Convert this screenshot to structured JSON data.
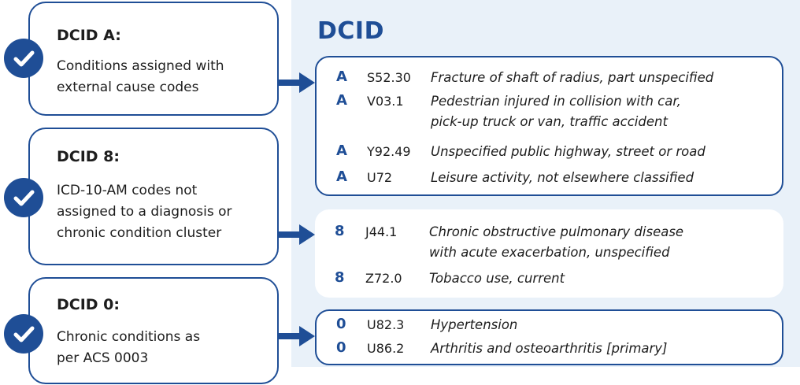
{
  "panel": {
    "title": "DCID"
  },
  "cards": [
    {
      "title": "DCID A:",
      "desc": [
        "Conditions assigned with",
        "external cause codes"
      ]
    },
    {
      "title": "DCID 8:",
      "desc": [
        "ICD-10-AM codes not",
        "assigned to a diagnosis or",
        "chronic condition cluster"
      ]
    },
    {
      "title": "DCID 0:",
      "desc": [
        "Chronic conditions as",
        "per ACS 0003"
      ]
    }
  ],
  "groups": [
    {
      "rows": [
        {
          "flag": "A",
          "code": "S52.30",
          "desc": [
            "Fracture of shaft of radius, part unspecified"
          ]
        },
        {
          "flag": "A",
          "code": "V03.1",
          "desc": [
            "Pedestrian injured in collision with car,",
            "pick-up truck or van, traffic accident"
          ]
        },
        {
          "flag": "A",
          "code": "Y92.49",
          "desc": [
            "Unspecified public highway, street or road"
          ]
        },
        {
          "flag": "A",
          "code": "U72",
          "desc": [
            "Leisure activity, not elsewhere classified"
          ]
        }
      ]
    },
    {
      "rows": [
        {
          "flag": "8",
          "code": "J44.1",
          "desc": [
            "Chronic obstructive pulmonary disease",
            "with acute exacerbation, unspecified"
          ]
        },
        {
          "flag": "8",
          "code": "Z72.0",
          "desc": [
            "Tobacco use, current"
          ]
        }
      ]
    },
    {
      "rows": [
        {
          "flag": "0",
          "code": "U82.3",
          "desc": [
            "Hypertension"
          ]
        },
        {
          "flag": "0",
          "code": "U86.2",
          "desc": [
            "Arthritis and osteoarthritis [primary]"
          ]
        }
      ]
    }
  ],
  "colors": {
    "accent": "#1f4e96",
    "panel": "#e9f1f9"
  },
  "icons": {
    "check": "checkmark-circle-icon",
    "arrow": "right-arrow-icon"
  }
}
